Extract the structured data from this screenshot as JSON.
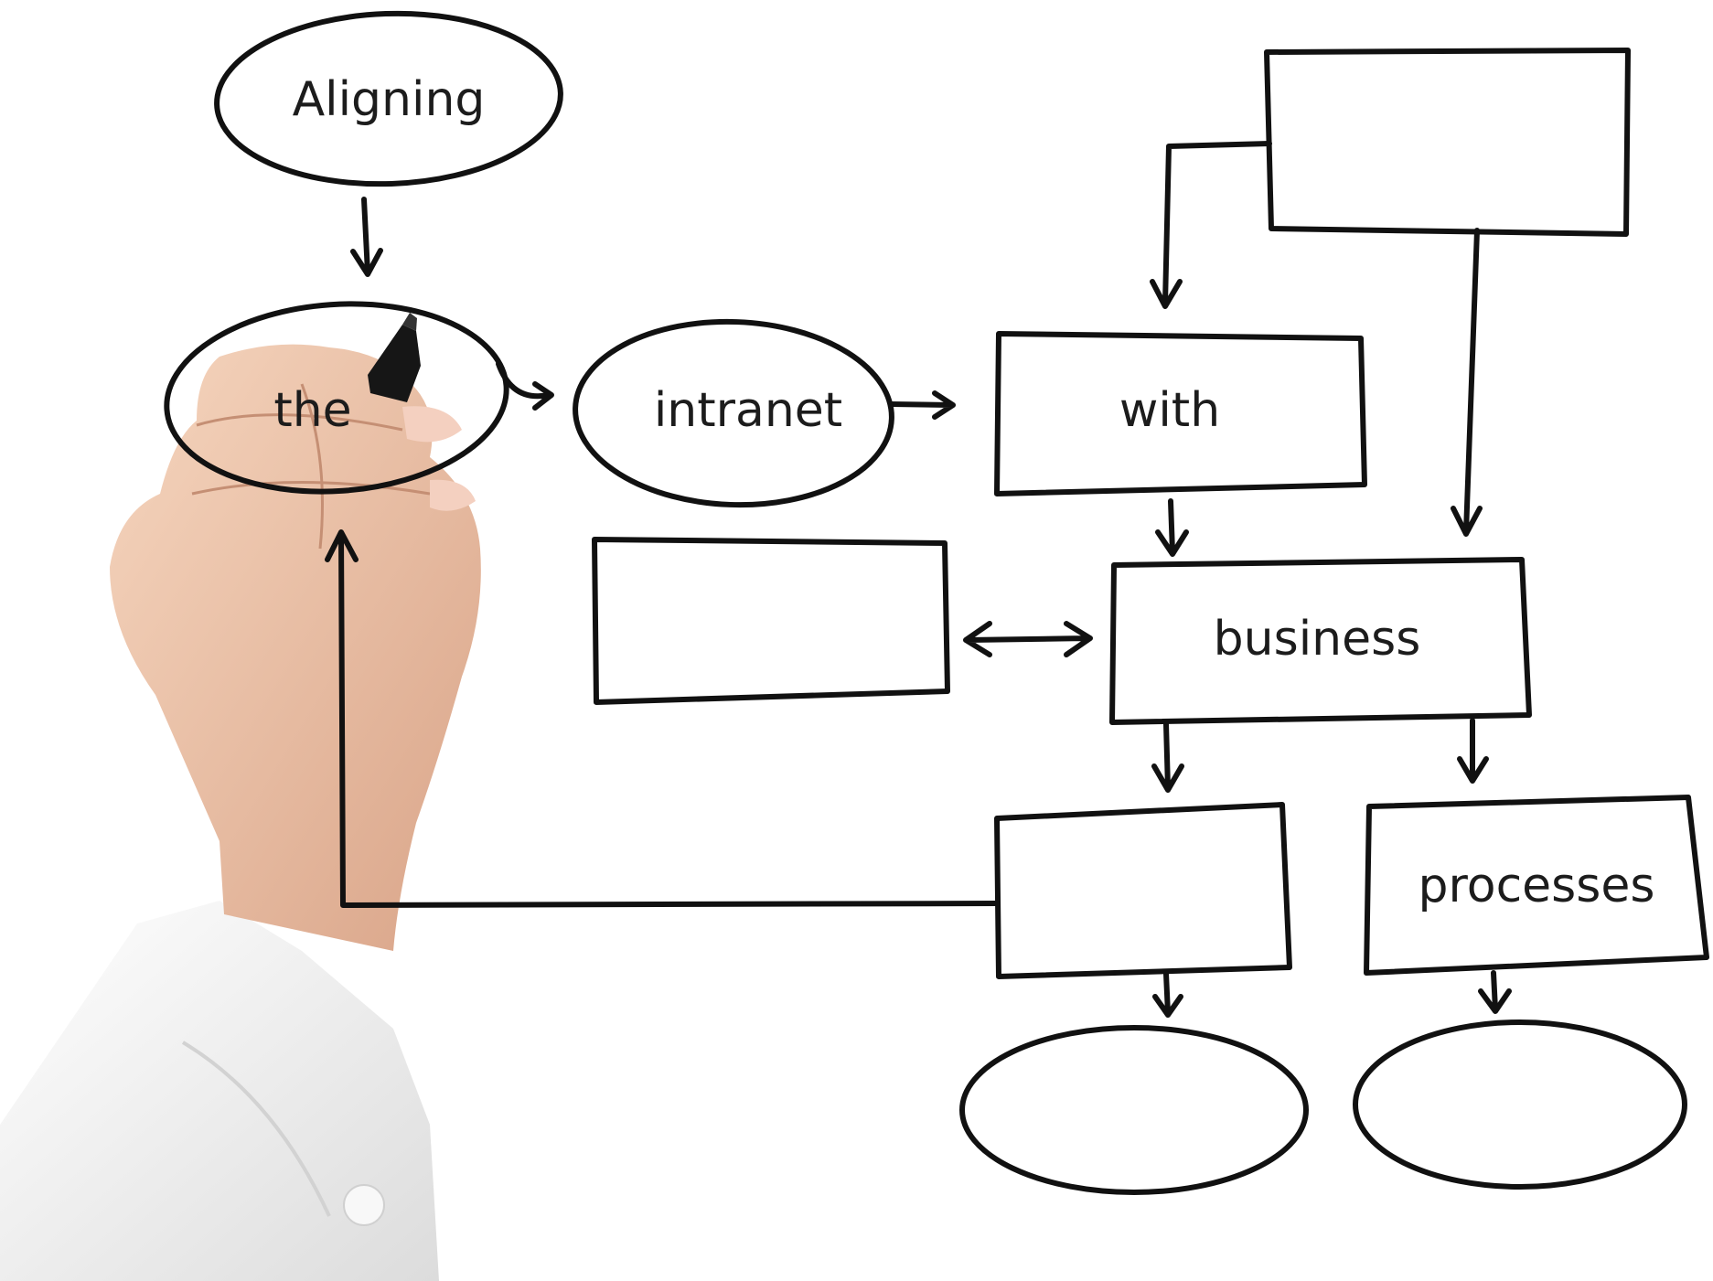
{
  "labels": {
    "aligning": "Aligning",
    "the": "the",
    "intranet": "intranet",
    "with": "with",
    "business": "business",
    "processes": "processes"
  },
  "colors": {
    "background": "#ffffff",
    "ink": "#111111",
    "skin": "#f0c9ad",
    "sleeve": "#f1f1f1",
    "marker": "#161616"
  }
}
